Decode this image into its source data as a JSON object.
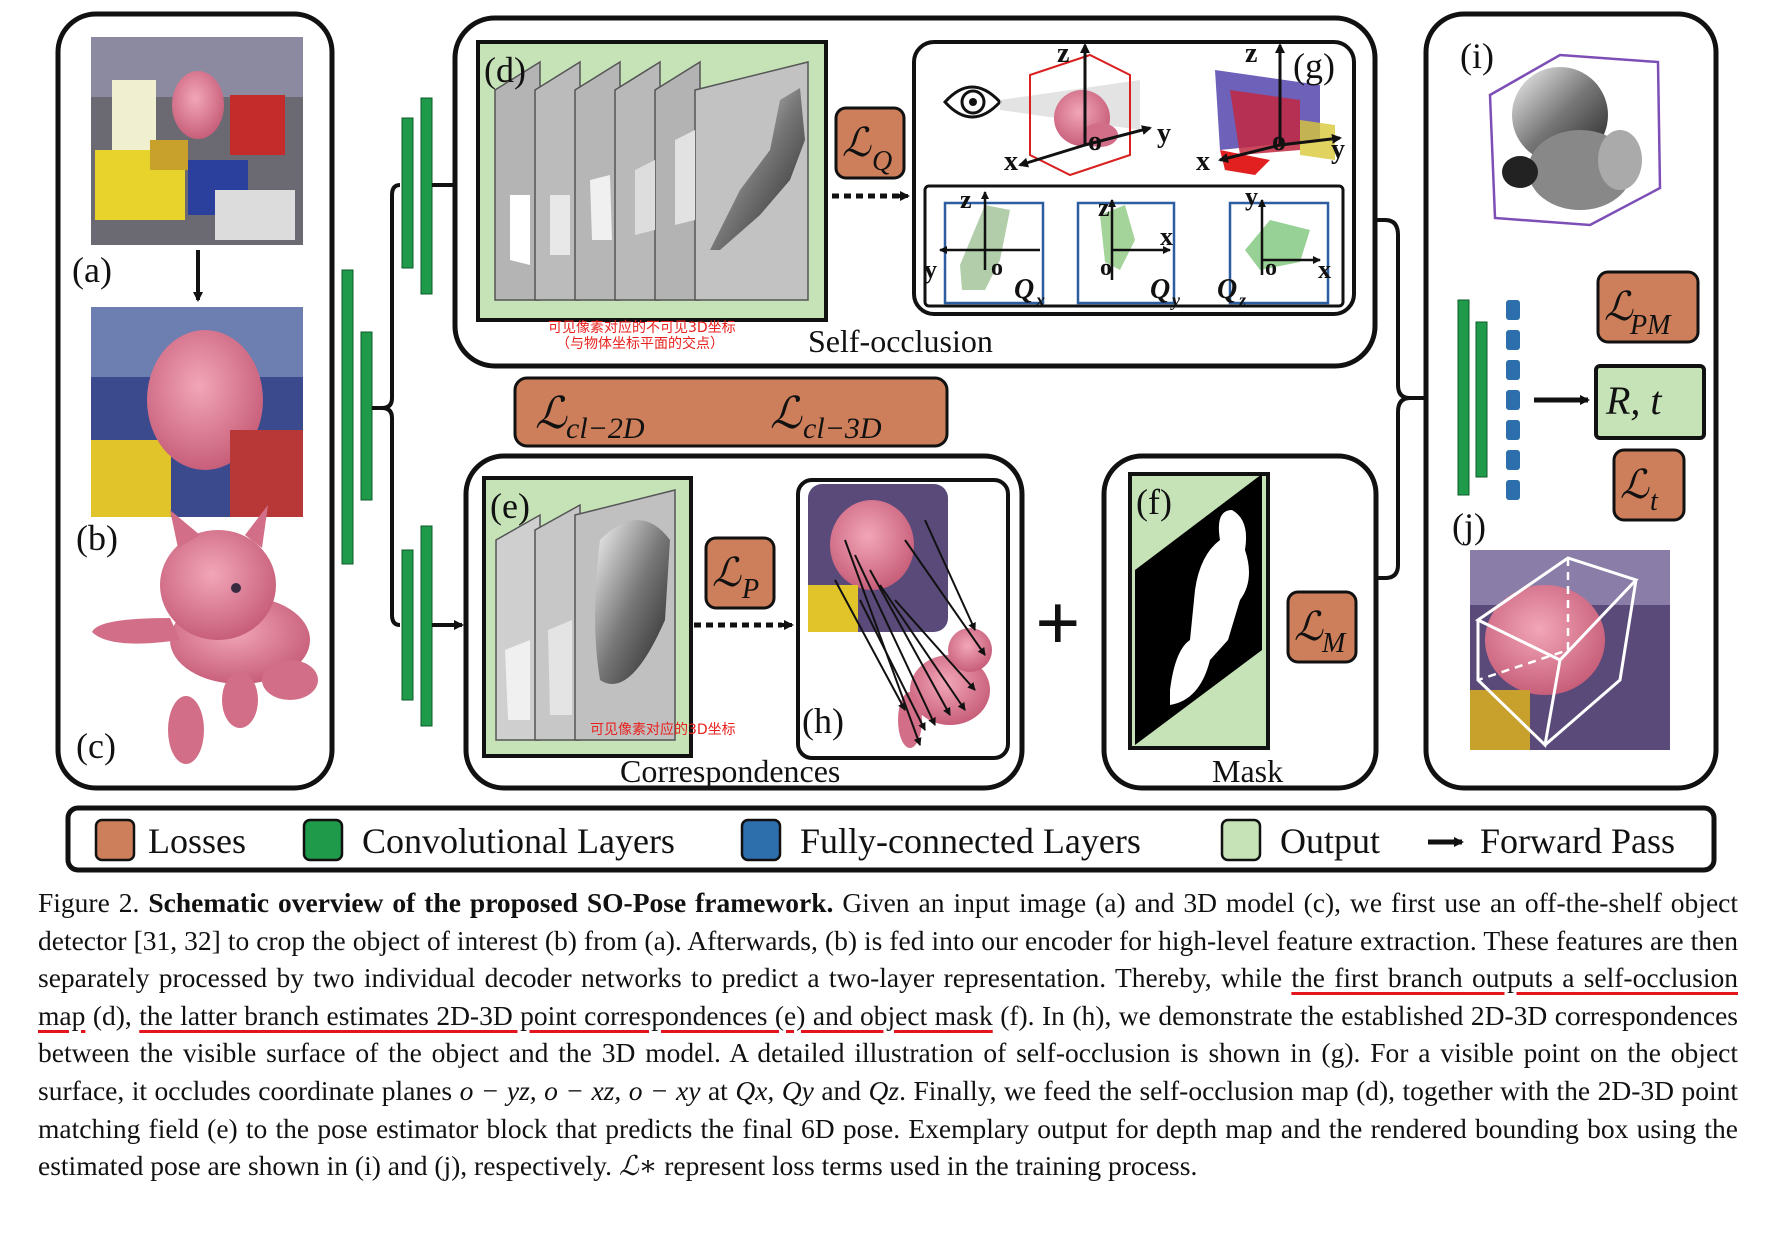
{
  "labels": {
    "a": "(a)",
    "b": "(b)",
    "c": "(c)",
    "d": "(d)",
    "e": "(e)",
    "f": "(f)",
    "g": "(g)",
    "h": "(h)",
    "i": "(i)",
    "j": "(j)"
  },
  "sections": {
    "self_occlusion": "Self-occlusion",
    "correspondences": "Correspondences",
    "mask": "Mask"
  },
  "losses": {
    "LQ": "Q",
    "LP": "P",
    "LM": "M",
    "LPM": "PM",
    "Lt": "t",
    "Lcl2d": "cl−2D",
    "Lcl3d": "cl−3D",
    "symbol": "ℒ"
  },
  "output_box": "R, t",
  "axes": {
    "x": "x",
    "y": "y",
    "z": "z",
    "o": "o",
    "Qx": "Q",
    "Qy": "Q",
    "Qz": "Q",
    "sub_x": "x",
    "sub_y": "y",
    "sub_z": "z"
  },
  "plus": "+",
  "annotations": {
    "d_line1": "可见像素对应的不可见3D坐标",
    "d_line2": "（与物体坐标平面的交点）",
    "e_line": "可见像素对应的3D坐标"
  },
  "legend": {
    "losses": "Losses",
    "conv": "Convolutional Layers",
    "fc": "Fully-connected Layers",
    "output": "Output",
    "forward": "Forward Pass"
  },
  "colors": {
    "loss": "#cc7f5a",
    "conv": "#1f9a4a",
    "fc": "#2d6fad",
    "output": "#c6e3b8",
    "annotation_red": "#e8211e",
    "underline_red": "#e3141b"
  },
  "caption": {
    "figure_no": "Figure 2.",
    "bold_title": "Schematic overview of the proposed SO-Pose framework.",
    "s1": " Given an input image (a) and 3D model (c), we first use an off-the-shelf object detector [31, 32] to crop the object of interest (b) from (a). Afterwards, (b) is fed into our encoder for high-level feature extraction. These features are then separately processed by two individual decoder networks to predict a two-layer representation. Thereby, while ",
    "u1": "the first branch outputs a self-occlusion map",
    "s2": " (d), ",
    "u2": "the latter branch estimates 2D-3D point correspondences (e) and object mask",
    "s3": " (f). In (h), we demonstrate the established 2D-3D correspondences between the visible surface of the object and the 3D model. A detailed illustration of self-occlusion is shown in (g). For a visible point on the object surface, it occludes coordinate planes ",
    "m1": "o − yz, o − xz, o − xy",
    "s4": " at ",
    "m2": "Qx, Qy",
    "s5": " and ",
    "m3": "Qz",
    "s6": ". Finally, we feed the self-occlusion map (d), together with the 2D-3D point matching field (e) to the pose estimator block that predicts the final 6D pose. Exemplary output for depth map and the rendered bounding box using the estimated pose are shown in (i) and (j), respectively. ",
    "m4": "ℒ∗",
    "s7": " represent loss terms used in the training process."
  }
}
